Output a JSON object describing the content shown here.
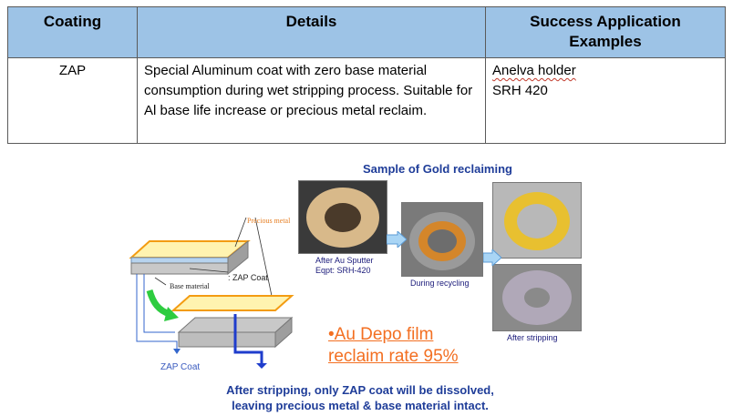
{
  "table": {
    "headers": [
      "Coating",
      "Details",
      "Success Application\nExamples"
    ],
    "row": {
      "coating": "ZAP",
      "details": "Special Aluminum coat with zero base material consumption during wet stripping process. Suitable for Al base life increase or precious metal reclaim.",
      "examples_line1": "Anelva holder",
      "examples_line2": "SRH 420"
    }
  },
  "figure": {
    "title": "Sample of Gold reclaiming",
    "diagram": {
      "precious_metal": "Precious metal",
      "zap_coat_side": ": ZAP Coat",
      "base_material": "Base material",
      "zap_coat_bottom": "ZAP Coat"
    },
    "photo_labels": {
      "after_au": "After Au Sputter\nEqpt: SRH-420",
      "during": "During recycling",
      "after_strip": "After stripping"
    },
    "claim_line1": "•Au Depo film",
    "claim_line2": "reclaim rate 95%",
    "bottom_note_line1": "After stripping, only ZAP coat will be dissolved,",
    "bottom_note_line2": "leaving precious metal & base material intact."
  },
  "colors": {
    "header_bg": "#9dc3e6",
    "accent_orange": "#f36f21",
    "title_blue": "#1f3d99"
  }
}
